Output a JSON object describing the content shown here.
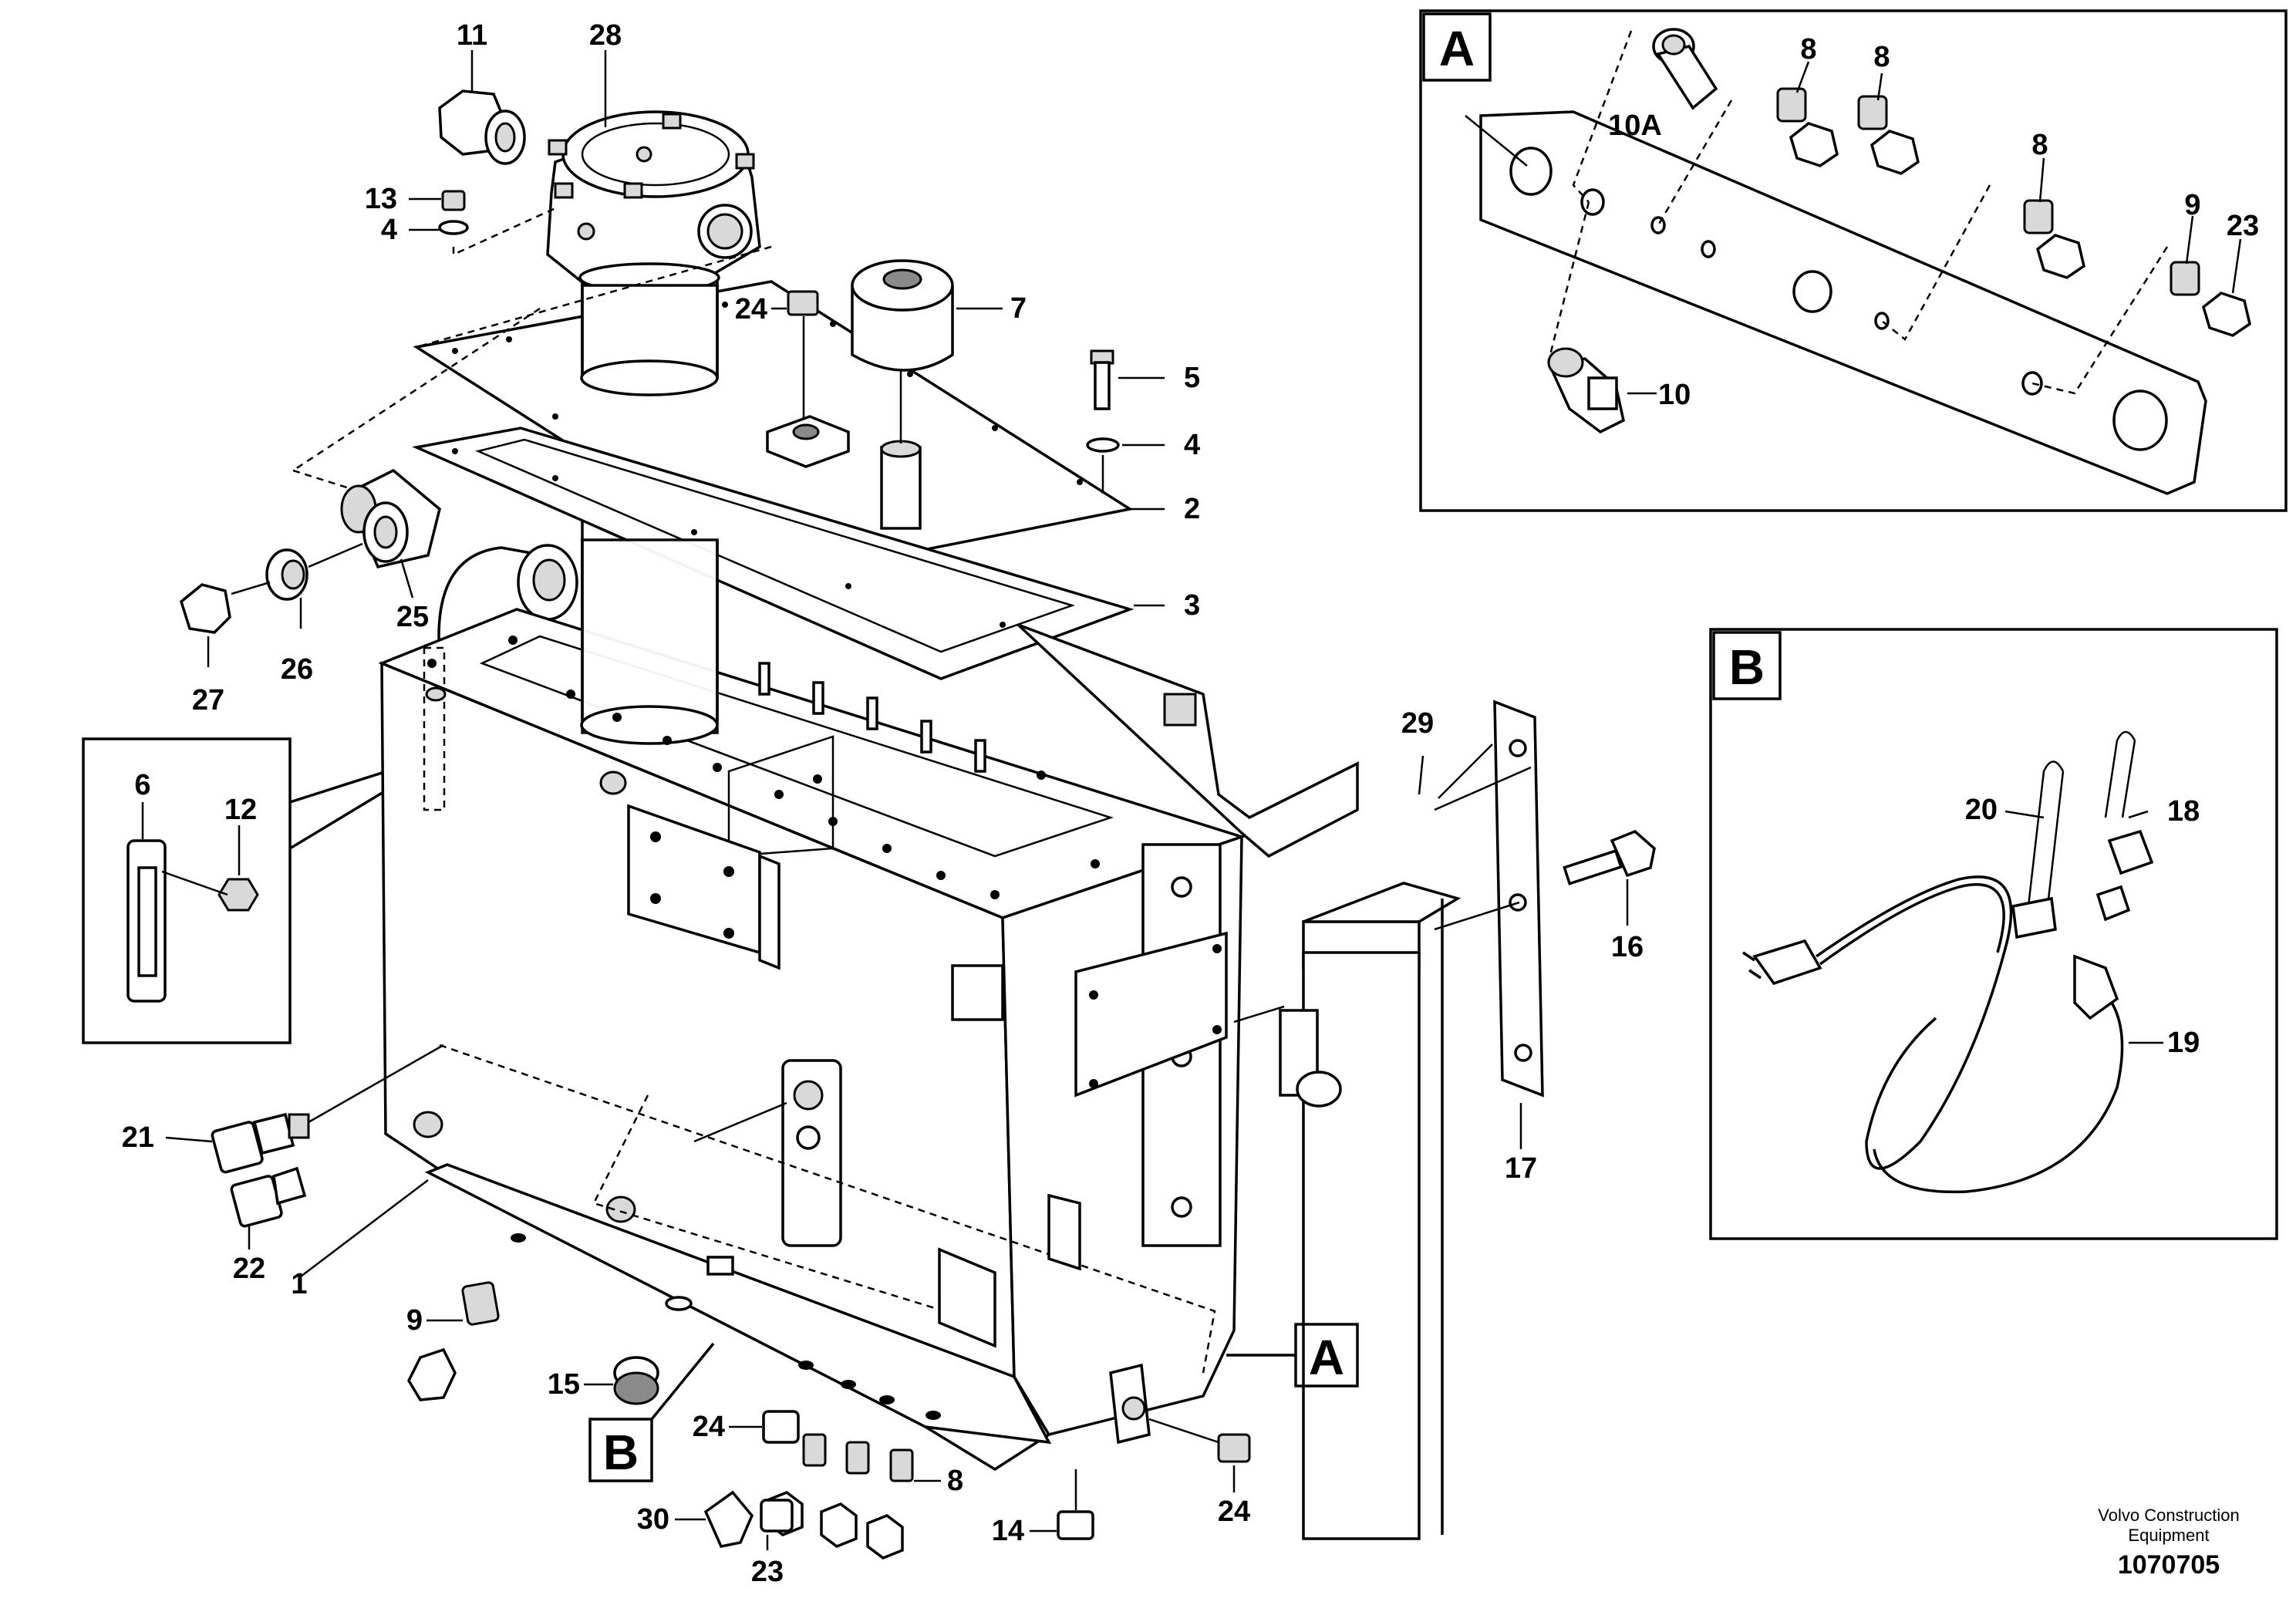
{
  "title": "",
  "callouts": {
    "c1": "1",
    "c2": "2",
    "c3": "3",
    "c4a": "4",
    "c4b": "4",
    "c5": "5",
    "c6": "6",
    "c7": "7",
    "c8a": "8",
    "c8b": "8",
    "c8c": "8",
    "c8d": "8",
    "c9a": "9",
    "c9b": "9",
    "c10": "10",
    "c10a": "10A",
    "c11": "11",
    "c12": "12",
    "c13": "13",
    "c14": "14",
    "c15": "15",
    "c16": "16",
    "c17": "17",
    "c18": "18",
    "c19": "19",
    "c20": "20",
    "c21": "21",
    "c22": "22",
    "c23a": "23",
    "c23b": "23",
    "c24a": "24",
    "c24b": "24",
    "c24c": "24",
    "c25": "25",
    "c26": "26",
    "c27": "27",
    "c28": "28",
    "c29": "29",
    "c30": "30"
  },
  "detail_boxes": {
    "box_a_label": "A",
    "box_b_label": "B",
    "ref_a_label": "A",
    "ref_b_label": "B"
  },
  "footer": {
    "company_line1": "Volvo Construction",
    "company_line2": "Equipment",
    "drawing_number": "1070705"
  }
}
